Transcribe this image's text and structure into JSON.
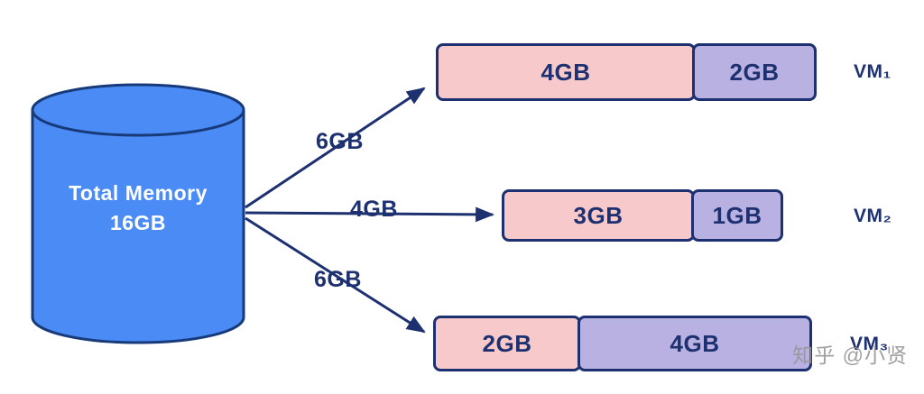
{
  "source": {
    "title_line1": "Total Memory",
    "title_line2": "16GB",
    "total_gb": 16
  },
  "flows": [
    {
      "label": "6GB",
      "to": "VM1",
      "gb": 6
    },
    {
      "label": "4GB",
      "to": "VM2",
      "gb": 4
    },
    {
      "label": "6GB",
      "to": "VM3",
      "gb": 6
    }
  ],
  "vms": [
    {
      "name": "VM₁",
      "segments": [
        {
          "label": "4GB",
          "gb": 4,
          "color": "pink"
        },
        {
          "label": "2GB",
          "gb": 2,
          "color": "purple"
        }
      ]
    },
    {
      "name": "VM₂",
      "segments": [
        {
          "label": "3GB",
          "gb": 3,
          "color": "pink"
        },
        {
          "label": "1GB",
          "gb": 1,
          "color": "purple"
        }
      ]
    },
    {
      "name": "VM₃",
      "segments": [
        {
          "label": "2GB",
          "gb": 2,
          "color": "pink"
        },
        {
          "label": "4GB",
          "gb": 4,
          "color": "purple"
        }
      ]
    }
  ],
  "watermark": "知乎 @小贤",
  "colors": {
    "cylinder_fill": "#4b8bf5",
    "outline_navy": "#1d3070",
    "segment_pink": "#f8c9cb",
    "segment_purple": "#b9b1e2",
    "text_navy": "#1d3070",
    "background": "#ffffff"
  }
}
